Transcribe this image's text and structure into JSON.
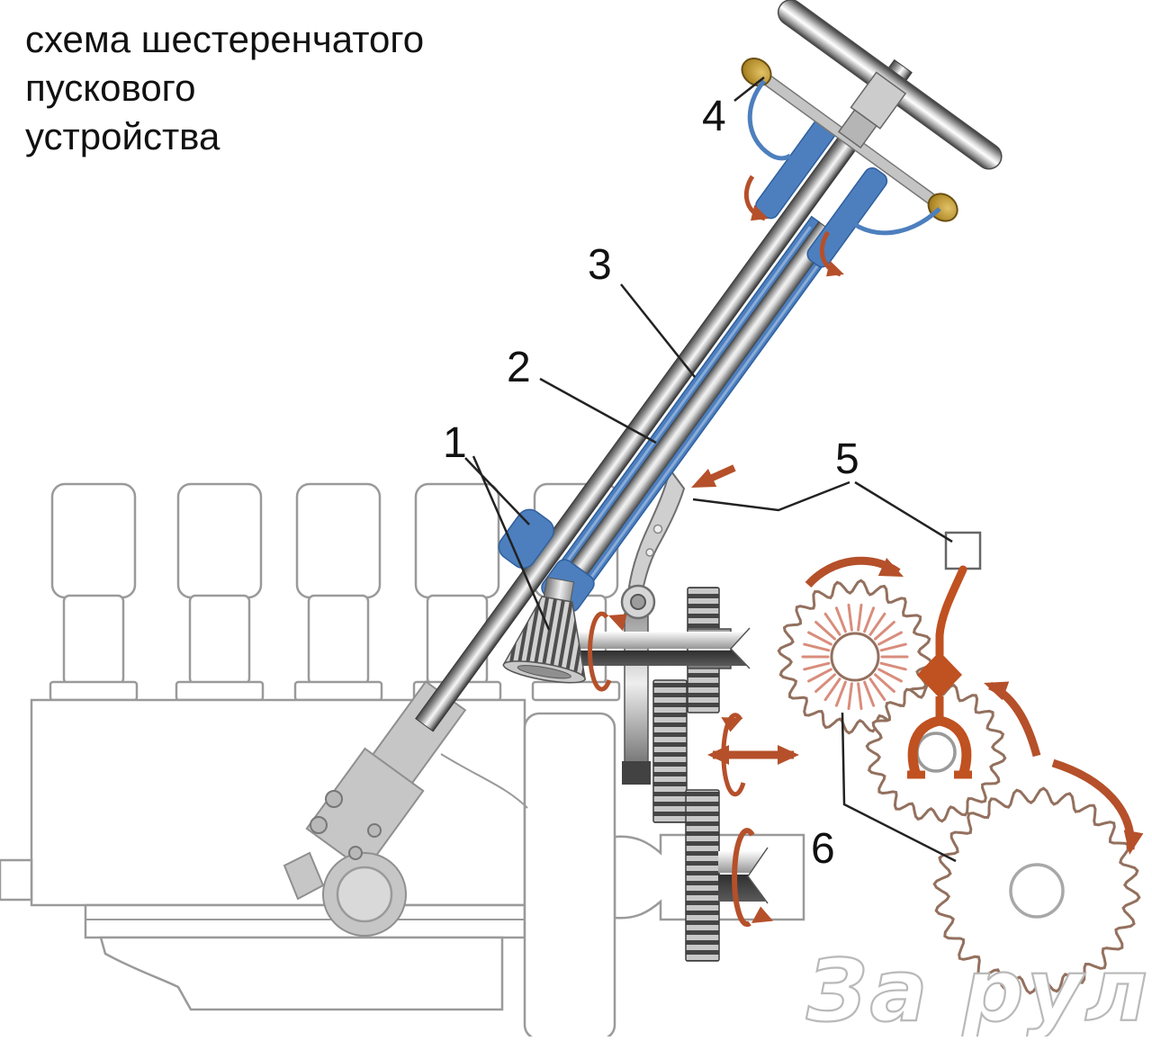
{
  "title": {
    "lines": [
      "схема шестеренчатого",
      "пускового",
      "устройства"
    ]
  },
  "labels": {
    "n1": "1",
    "n2": "2",
    "n3": "3",
    "n4": "4",
    "n5": "5",
    "n6": "6"
  },
  "watermark": {
    "text": "За рулем"
  },
  "colors": {
    "label": "#111111",
    "leader": "#222222",
    "engine": "#9a9a9a",
    "blue": "#4d7fbe",
    "blue-dark": "#2f5f9e",
    "rust": "#b5502a",
    "lever": "#c05120",
    "brass": "#c09a35",
    "gear": "#93705e",
    "sunburst": "#d98d7c",
    "wm": "#b9b9b9"
  }
}
